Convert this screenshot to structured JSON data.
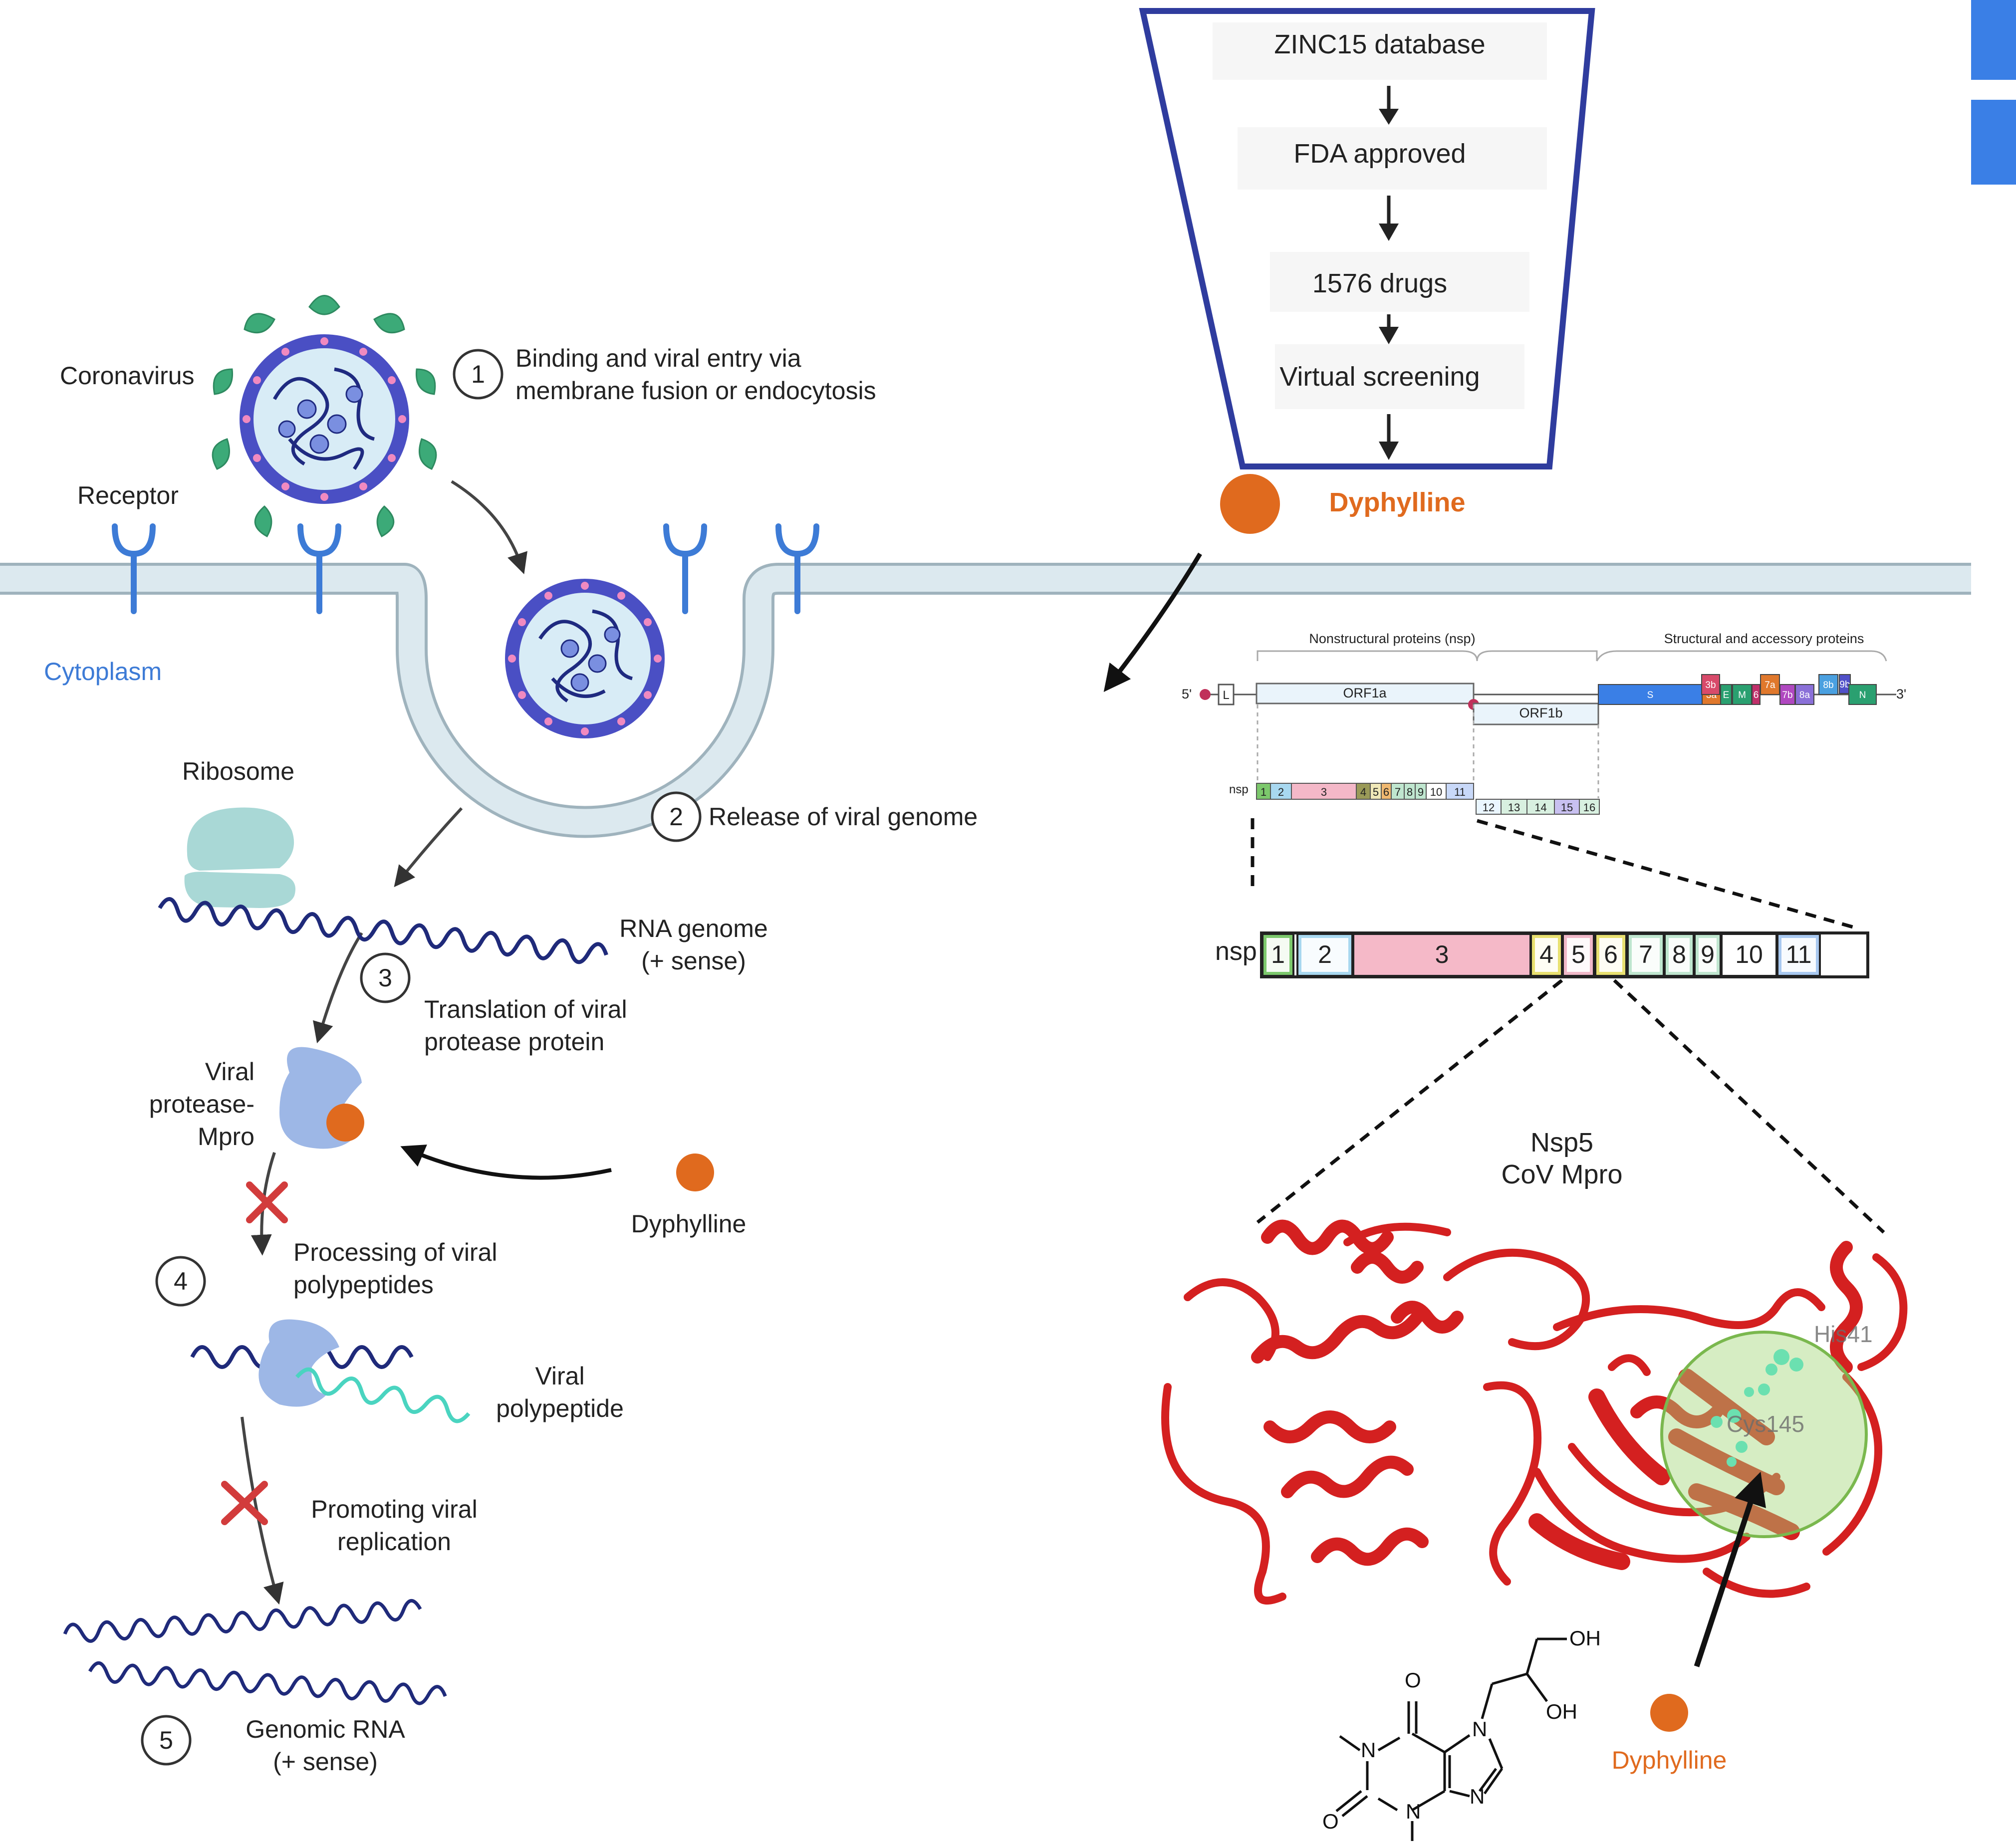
{
  "colors": {
    "membrane": "#c8dce6",
    "receptor": "#3d7bd6",
    "cytoplasm_label": "#3d7bd6",
    "drug": "#e06a1e",
    "drug_label": "#e06a1e",
    "protein": "#d42020",
    "active_site": "#a3d67a",
    "funnel_border": "#2f3c9e",
    "side_tabs": "#3a7fe6"
  },
  "entry": {
    "coronavirus": "Coronavirus",
    "receptor": "Receptor",
    "cytoplasm": "Cytoplasm",
    "ribosome": "Ribosome"
  },
  "steps": [
    {
      "num": "1",
      "text": [
        "Binding and viral entry via",
        "membrane fusion or endocytosis"
      ]
    },
    {
      "num": "2",
      "text": [
        "Release of viral genome"
      ]
    },
    {
      "num": "3",
      "text": [
        "Translation of viral",
        "protease protein"
      ]
    },
    {
      "num": "4",
      "text": [
        "Processing of viral",
        "polypeptides"
      ]
    },
    {
      "num": "5",
      "text": []
    }
  ],
  "labels": {
    "rna_genome": [
      "RNA genome",
      "(+ sense)"
    ],
    "viral_protease": [
      "Viral",
      "protease-",
      "Mpro"
    ],
    "dyphylline_mid": "Dyphylline",
    "viral_polypeptide": [
      "Viral",
      "polypeptide"
    ],
    "promoting": [
      "Promoting viral",
      "replication"
    ],
    "genomic_rna": [
      "Genomic RNA",
      "(+ sense)"
    ]
  },
  "funnel": {
    "steps": [
      "ZINC15 database",
      "FDA approved",
      "1576 drugs",
      "Virtual screening"
    ],
    "result": "Dyphylline"
  },
  "genome": {
    "nsp_header": "Nonstructural proteins (nsp)",
    "structural_header": "Structural and accessory proteins",
    "five_prime": "5'",
    "three_prime": "3'",
    "leader": "L",
    "orf1a": "ORF1a",
    "orf1b": "ORF1b",
    "structural_genes": [
      "S",
      "3a",
      "3b",
      "E",
      "M",
      "6",
      "7a",
      "7b",
      "8a",
      "8b",
      "9b",
      "N"
    ],
    "nsp_prefix": "nsp",
    "small_nsp_a": [
      "1",
      "2",
      "3",
      "4",
      "5",
      "6",
      "7",
      "8",
      "9",
      "10",
      "11"
    ],
    "small_nsp_b": [
      "12",
      "13",
      "14",
      "15",
      "16"
    ],
    "large_nsp": [
      "1",
      "2",
      "3",
      "4",
      "5",
      "6",
      "7",
      "8",
      "9",
      "10",
      "11"
    ]
  },
  "mpro": {
    "title": [
      "Nsp5",
      "CoV Mpro"
    ],
    "residues": [
      "His41",
      "Cys145"
    ],
    "drug_label": "Dyphylline"
  },
  "structure": {
    "atoms": [
      "O",
      "N",
      "N",
      "O",
      "N",
      "N",
      "OH",
      "OH"
    ]
  }
}
